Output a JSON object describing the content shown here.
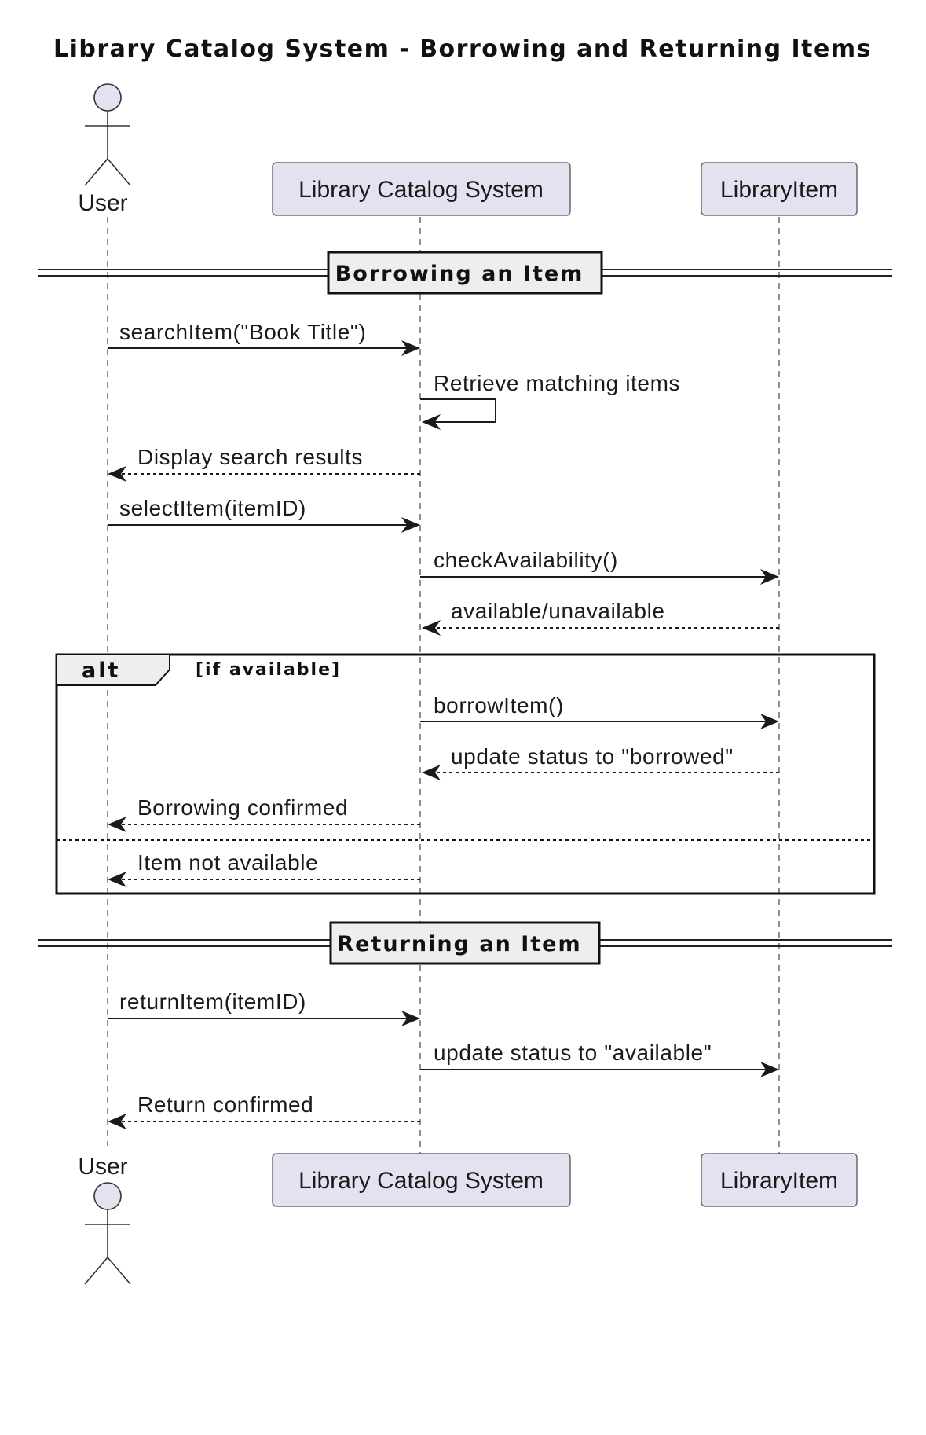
{
  "title": "Library Catalog System - Borrowing and Returning Items",
  "participants": {
    "user": "User",
    "catalog": "Library Catalog System",
    "item": "LibraryItem"
  },
  "dividers": {
    "borrowing": "Borrowing an Item",
    "returning": "Returning an Item"
  },
  "alt": {
    "keyword": "alt",
    "condition": "[if available]"
  },
  "messages": {
    "search": "searchItem(\"Book Title\")",
    "retrieve": "Retrieve matching items",
    "display": "Display search results",
    "select": "selectItem(itemID)",
    "check": "checkAvailability()",
    "available": "available/unavailable",
    "borrow": "borrowItem()",
    "update_borrowed": "update status to \"borrowed\"",
    "confirmed": "Borrowing confirmed",
    "not_available": "Item not available",
    "return_item": "returnItem(itemID)",
    "update_available": "update status to \"available\"",
    "return_confirmed": "Return confirmed"
  },
  "colors": {
    "participant_fill": "#e2e2f0",
    "divider_fill": "#eeeeee",
    "line": "#1a1a1a"
  }
}
